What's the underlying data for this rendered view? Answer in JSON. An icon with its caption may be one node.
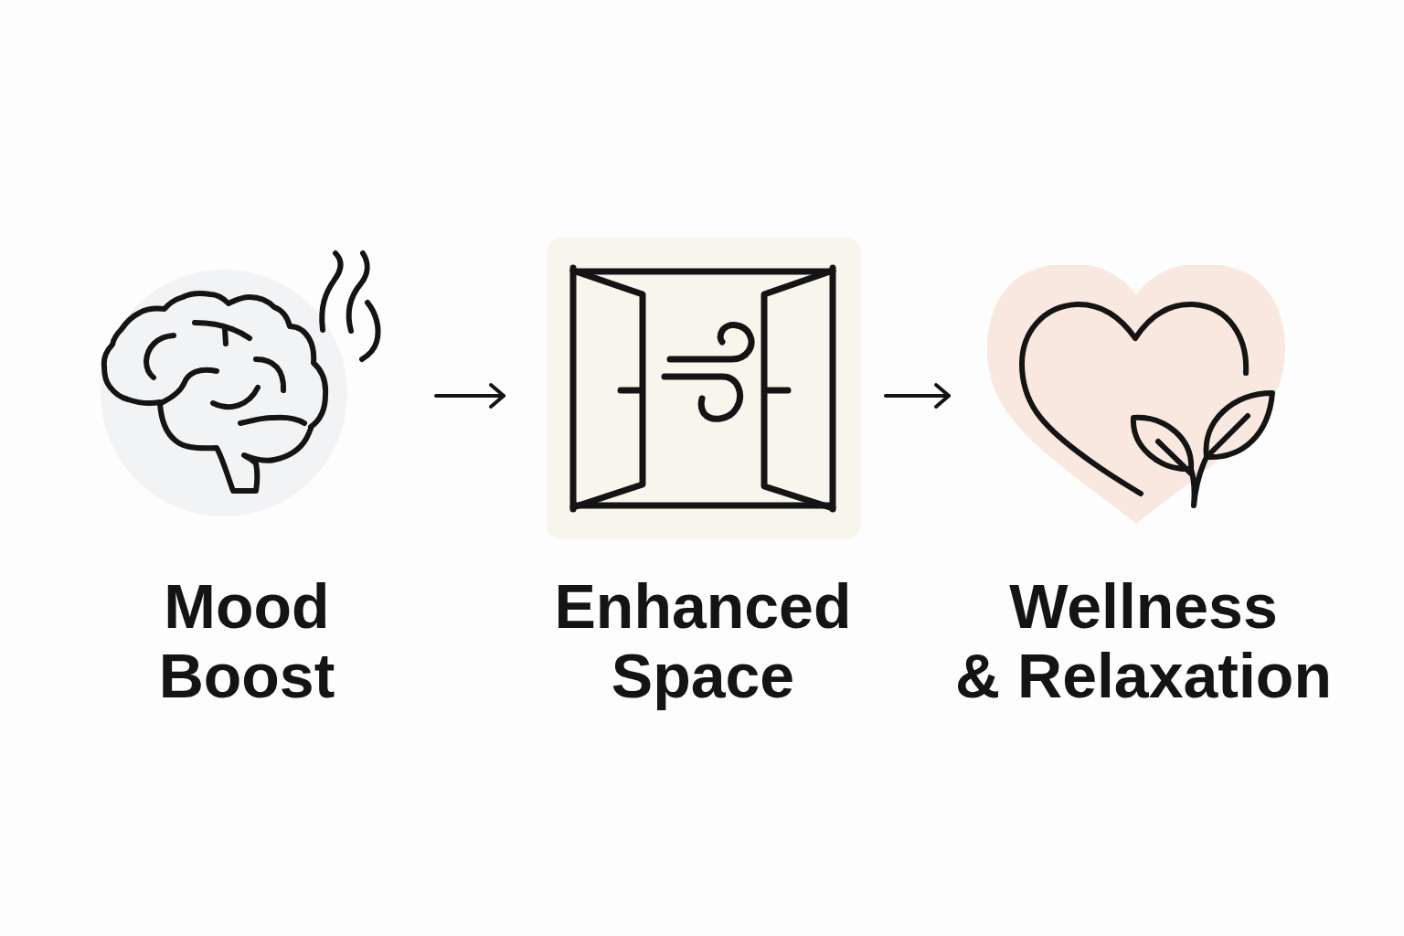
{
  "diagram": {
    "nodes": [
      {
        "text": [
          "Mood Boost"
        ]
      },
      {
        "text": [
          "Enhanced Space"
        ]
      },
      {
        "text": [
          "Wellness & Relaxation"
        ]
      }
    ],
    "edges": [
      {
        "from": 0,
        "to": 1,
        "arrow": "to"
      },
      {
        "from": 1,
        "to": 2,
        "arrow": "to"
      }
    ]
  }
}
